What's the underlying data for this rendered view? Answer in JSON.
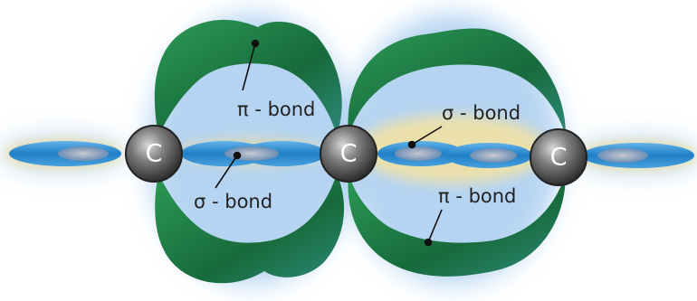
{
  "atoms": [
    {
      "symbol": "C"
    },
    {
      "symbol": "C"
    },
    {
      "symbol": "C"
    }
  ],
  "labels": {
    "pi_bond_upper": "π - bond",
    "sigma_bond_left": "σ - bond",
    "sigma_bond_right": "σ - bond",
    "pi_bond_lower": "π - bond"
  },
  "colors": {
    "pi_lobe": "#1f7a44",
    "sigma_lobe": "#2b86c9",
    "atom": "#555555",
    "glow_blue": "#9ec7ee",
    "glow_yellow": "#f6e6a0"
  }
}
